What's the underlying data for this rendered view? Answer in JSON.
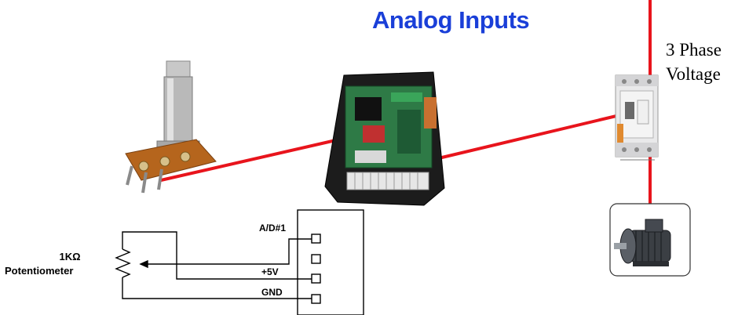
{
  "title": {
    "text": "Analog Inputs",
    "color": "#1a3fd8"
  },
  "phase_label": {
    "line1": "3 Phase",
    "line2": "Voltage"
  },
  "schematic": {
    "pot_value": "1KΩ",
    "pot_name": "Potentiometer",
    "terminal_1": "A/D#1",
    "terminal_3": "+5V",
    "terminal_4": "GND"
  },
  "colors": {
    "wire": "#e8141c",
    "schematic": "#000000"
  },
  "icons": [
    "potentiometer-image",
    "controller-board-image",
    "contactor-image",
    "motor-image"
  ]
}
